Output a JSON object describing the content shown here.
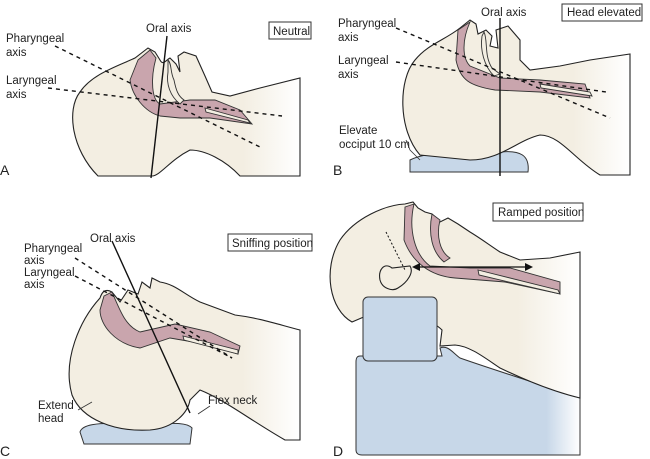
{
  "figure": {
    "panels": [
      {
        "letter": "A",
        "title": "Neutral",
        "labels": {
          "oral_axis": "Oral axis",
          "pharyngeal_axis": [
            "Pharyngeal",
            "axis"
          ],
          "laryngeal_axis": [
            "Laryngeal",
            "axis"
          ]
        }
      },
      {
        "letter": "B",
        "title": "Head elevated",
        "labels": {
          "oral_axis": "Oral axis",
          "pharyngeal_axis": [
            "Pharyngeal",
            "axis"
          ],
          "laryngeal_axis": [
            "Laryngeal",
            "axis"
          ],
          "annotation": [
            "Elevate",
            "occiput 10 cm"
          ]
        }
      },
      {
        "letter": "C",
        "title": "Sniffing position",
        "labels": {
          "oral_axis": "Oral axis",
          "pharyngeal_axis": [
            "Pharyngeal",
            "axis"
          ],
          "laryngeal_axis": [
            "Laryngeal",
            "axis"
          ],
          "extend_head": [
            "Extend",
            "head"
          ],
          "flex_neck": "Flex neck"
        }
      },
      {
        "letter": "D",
        "title": "Ramped position",
        "labels": {}
      }
    ],
    "colors": {
      "skin": "#f3eee2",
      "airway": "#c9a5ad",
      "pad": "#c7d7e8",
      "line": "#111111"
    }
  }
}
